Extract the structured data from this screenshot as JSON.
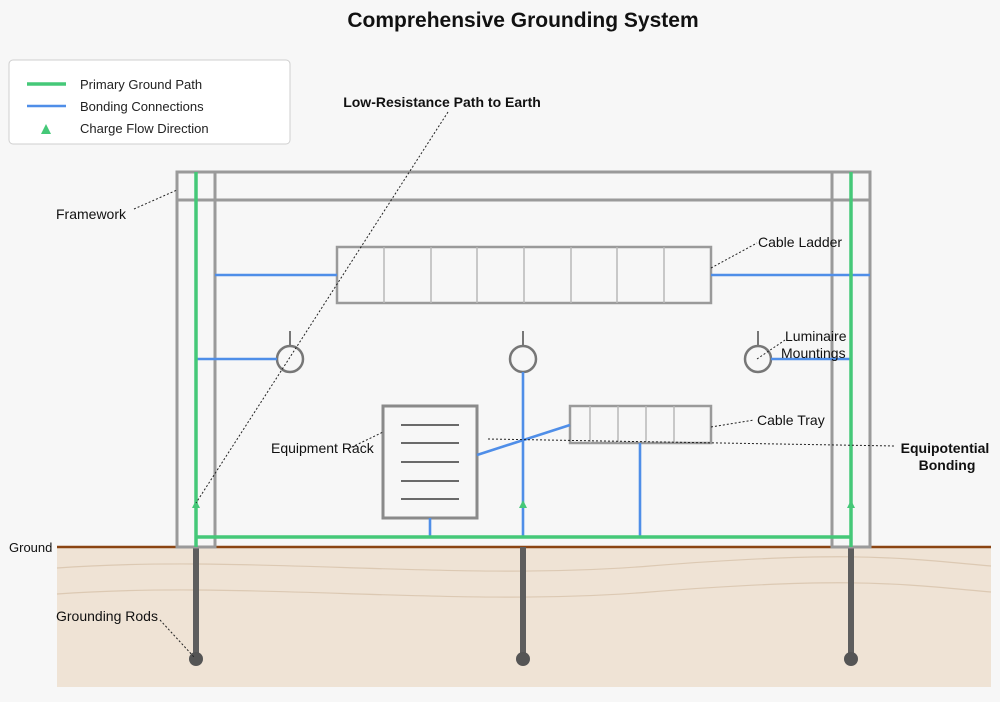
{
  "title": "Comprehensive Grounding System",
  "legend": {
    "items": [
      {
        "label": "Primary Ground Path",
        "color": "#45c878",
        "kind": "line"
      },
      {
        "label": "Bonding Connections",
        "color": "#4f8ee8",
        "kind": "line"
      },
      {
        "label": "Charge Flow Direction",
        "color": "#45c878",
        "kind": "triangle"
      }
    ]
  },
  "labels": {
    "low_resistance": "Low-Resistance Path to Earth",
    "framework": "Framework",
    "cable_ladder": "Cable Ladder",
    "luminaire_line1": "Luminaire",
    "luminaire_line2": "Mountings",
    "cable_tray": "Cable Tray",
    "equipment_rack": "Equipment Rack",
    "equipotential_line1": "Equipotential",
    "equipotential_line2": "Bonding",
    "ground": "Ground",
    "grounding_rods": "Grounding Rods"
  },
  "colors": {
    "ground_path": "#45c878",
    "bonding": "#4f8ee8",
    "earth": "#efe3d5",
    "ground_line": "#8b4513"
  }
}
